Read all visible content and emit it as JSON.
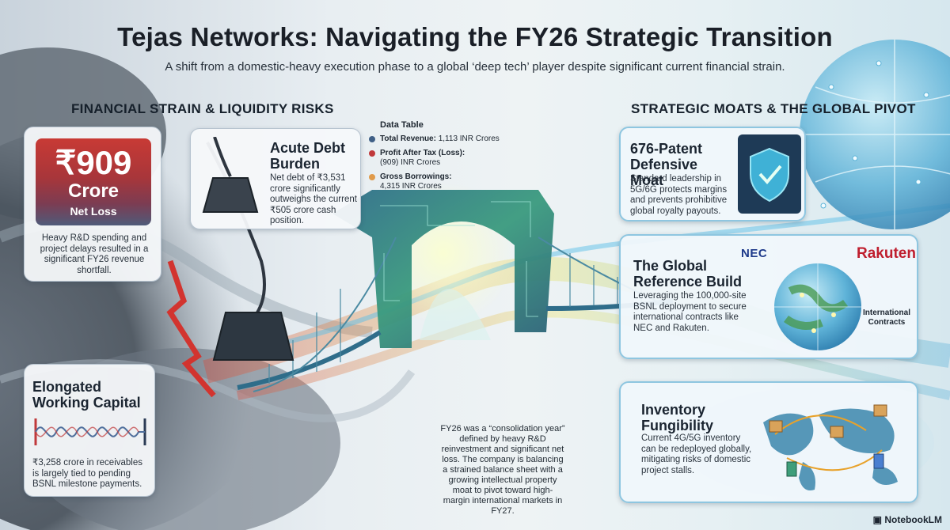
{
  "header": {
    "title": "Tejas Networks: Navigating the FY26 Strategic Transition",
    "subtitle": "A shift from a domestic-heavy execution phase to a global ‘deep tech’ player despite significant current financial strain."
  },
  "left_section": {
    "heading": "FINANCIAL STRAIN & LIQUIDITY RISKS",
    "net_loss_card": {
      "amount": "₹909",
      "unit": "Crore",
      "label": "Net Loss",
      "body": "Heavy R&D spending and project delays resulted in a significant FY26 revenue shortfall."
    },
    "debt_card": {
      "title": "Acute Debt Burden",
      "body": "Net debt of ₹3,531 crore significantly outweighs the current ₹505 crore cash position."
    },
    "working_capital_card": {
      "title": "Elongated Working Capital",
      "body": "₹3,258 crore in receivables is largely tied to pending BSNL milestone payments."
    }
  },
  "data_table": {
    "title": "Data Table",
    "rows": [
      {
        "label": "Total Revenue:",
        "value": "1,113 INR Crores",
        "color": "#3f5f86"
      },
      {
        "label": "Profit After Tax (Loss):",
        "value": "(909) INR Crores",
        "color": "#c0393b"
      },
      {
        "label": "Gross Borrowings:",
        "value": "4,315 INR Crores",
        "color": "#e09a4a"
      }
    ]
  },
  "center_note": "FY26 was a “consolidation year” defined by heavy R&D reinvestment and significant net loss. The company is balancing a strained balance sheet with a growing intellectual property moat to pivot toward high-margin international markets in FY27.",
  "right_section": {
    "heading": "STRATEGIC MOATS & THE GLOBAL PIVOT",
    "patent_card": {
      "title": "676-Patent Defensive Moat",
      "body": "Standard leadership in 5G/6G protects margins and prevents prohibitive global royalty payouts."
    },
    "reference_card": {
      "title": "The Global Reference Build",
      "body": "Leveraging the 100,000-site BSNL deployment to secure international contracts like NEC and Rakuten.",
      "logo_nec": "NEC",
      "logo_rakuten": "Rakuten",
      "intl_label": "International Contracts"
    },
    "inventory_card": {
      "title": "Inventory Fungibility",
      "body": "Current 4G/5G inventory can be redeployed globally, mitigating risks of domestic project stalls."
    }
  },
  "footer": {
    "brand": "NotebookLM"
  },
  "colors": {
    "loss_red": "#c83a35",
    "accent_blue": "#8ec6e0",
    "bridge_green": "#3ea07a"
  }
}
